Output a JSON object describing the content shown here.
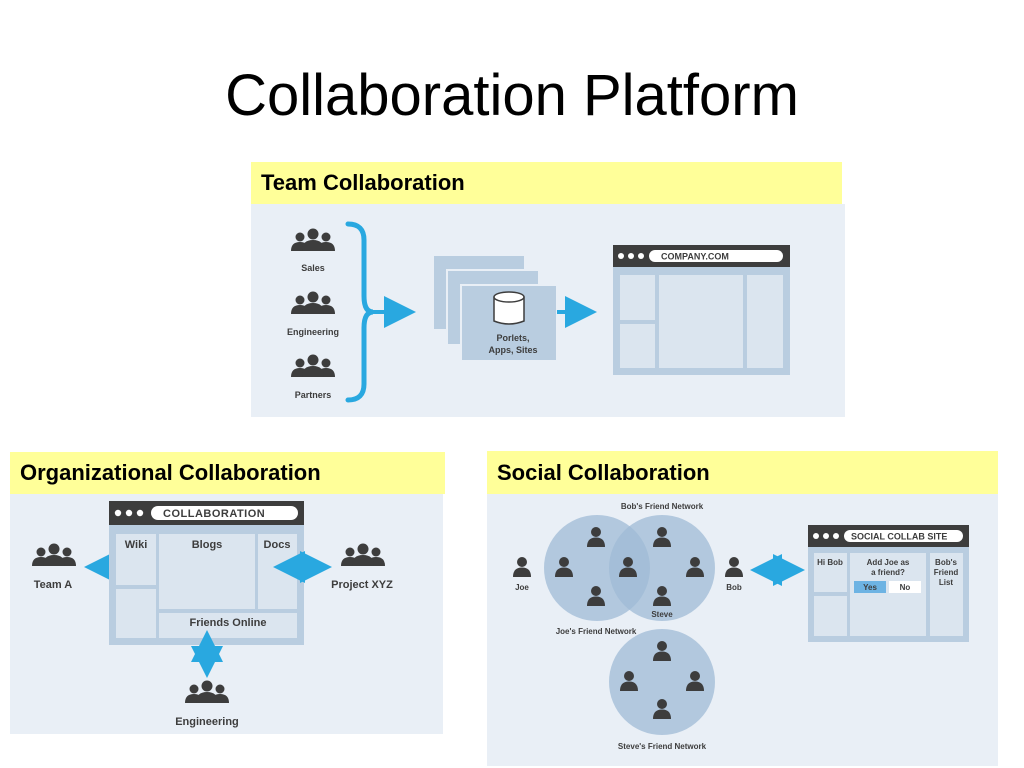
{
  "slide": {
    "title": "Collaboration Platform"
  },
  "colors": {
    "header_bg": "#ffff99",
    "panel_bg": "#e9eff6",
    "accent_blue": "#29a8e0",
    "person": "#3d3d3d",
    "window_fill": "#b9cde0",
    "window_bar": "#3d3d3d",
    "circle": "#9fbbd5"
  },
  "team": {
    "header": "Team Collaboration",
    "groups": [
      "Sales",
      "Engineering",
      "Partners"
    ],
    "portlets": "Porlets,\nApps, Sites",
    "portlets_line1": "Porlets,",
    "portlets_line2": "Apps, Sites",
    "site_url": "COMPANY.COM"
  },
  "org": {
    "header": "Organizational Collaboration",
    "window_title": "COLLABORATION",
    "cells": {
      "wiki": "Wiki",
      "blogs": "Blogs",
      "docs": "Docs",
      "friends_online": "Friends Online"
    },
    "left_group": "Team A",
    "right_group": "Project XYZ",
    "bottom_group": "Engineering"
  },
  "social": {
    "header": "Social Collaboration",
    "bob_network": "Bob's Friend Network",
    "joe_network": "Joe's Friend Network",
    "steve_network": "Steve's Friend Network",
    "people": {
      "joe": "Joe",
      "bob": "Bob",
      "steve": "Steve"
    },
    "site_title": "SOCIAL COLLAB SITE",
    "hi_bob": "Hi Bob",
    "add_joe_line1": "Add Joe as",
    "add_joe_line2": "a friend?",
    "yes": "Yes",
    "no": "No",
    "friend_list_line1": "Bob's",
    "friend_list_line2": "Friend",
    "friend_list_line3": "List"
  }
}
